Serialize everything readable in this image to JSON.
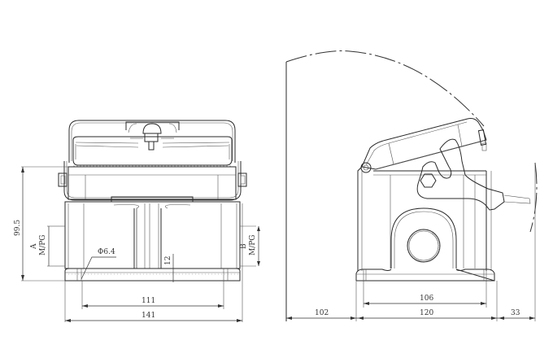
{
  "drawing": {
    "front_view": {
      "dimensions": {
        "height": "99.5",
        "entry_a": "A",
        "entry_a_thread": "M/PG",
        "entry_b": "B",
        "entry_b_thread": "M/PG",
        "hole_diameter": "Φ6.4",
        "base_thickness": "12",
        "mounting_spacing": "111",
        "overall_width": "141"
      }
    },
    "side_view": {
      "dimensions": {
        "lid_swing_clearance": "102",
        "mounting_spacing": "106",
        "overall_depth": "120",
        "lever_protrusion": "33"
      }
    }
  }
}
